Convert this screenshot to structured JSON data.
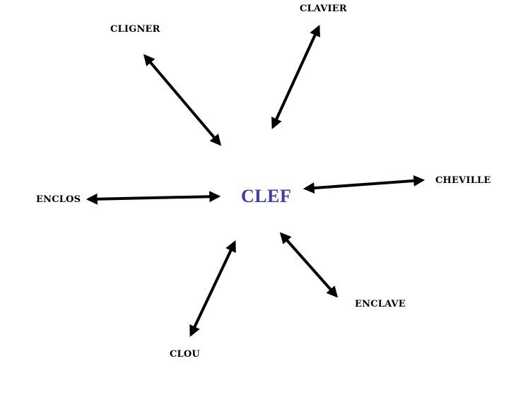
{
  "center": {
    "label": "CLEF",
    "color": "#3b3bb8"
  },
  "related_words": {
    "cligner": "CLIGNER",
    "clavier": "CLAVIER",
    "cheville": "CHEVILLE",
    "enclave": "ENCLAVE",
    "clou": "CLOU",
    "enclos": "ENCLOS"
  },
  "connections": [
    {
      "from": "CLEF",
      "to": "CLIGNER",
      "direction": "bidirectional"
    },
    {
      "from": "CLEF",
      "to": "CLAVIER",
      "direction": "bidirectional"
    },
    {
      "from": "CLEF",
      "to": "CHEVILLE",
      "direction": "bidirectional"
    },
    {
      "from": "CLEF",
      "to": "ENCLAVE",
      "direction": "bidirectional"
    },
    {
      "from": "CLEF",
      "to": "CLOU",
      "direction": "bidirectional"
    },
    {
      "from": "CLEF",
      "to": "ENCLOS",
      "direction": "bidirectional"
    }
  ],
  "arrow_color": "#000000"
}
